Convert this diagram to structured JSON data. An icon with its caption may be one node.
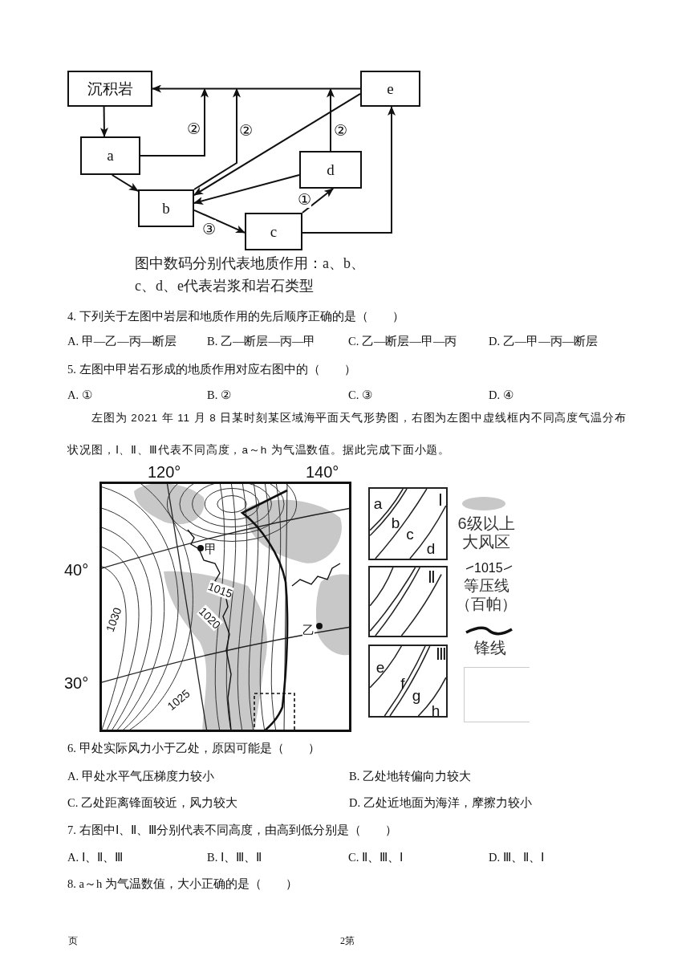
{
  "diagram": {
    "nodes": [
      {
        "text": [
          "沉积岩"
        ]
      },
      {
        "text": [
          "e"
        ]
      },
      {
        "text": [
          "a"
        ]
      },
      {
        "text": [
          "b"
        ]
      },
      {
        "text": [
          "d"
        ]
      },
      {
        "text": [
          "c"
        ]
      },
      {
        "text": [
          "a",
          "b",
          "c",
          "d",
          "Ⅰ"
        ]
      },
      {
        "text": [
          "Ⅱ"
        ]
      },
      {
        "text": [
          "e",
          "f",
          "g",
          "h",
          "Ⅲ"
        ]
      },
      {
        "text": [],
        "shape": "box"
      }
    ],
    "edges": [
      {
        "from": 1,
        "to": 0,
        "arrow": "to"
      },
      {
        "from": 0,
        "to": 2,
        "arrow": "to"
      },
      {
        "from": 2,
        "to": 0,
        "arrow": "to",
        "label": "②"
      },
      {
        "from": 3,
        "to": 0,
        "arrow": "to",
        "label": "②"
      },
      {
        "from": 4,
        "to": 0,
        "arrow": "to",
        "label": "②"
      },
      {
        "from": 2,
        "to": 3,
        "arrow": "to"
      },
      {
        "from": 1,
        "to": 3,
        "arrow": "to"
      },
      {
        "from": 4,
        "to": 3,
        "arrow": "to"
      },
      {
        "from": 3,
        "to": 5,
        "arrow": "to",
        "label": "③"
      },
      {
        "from": 5,
        "to": 4,
        "arrow": "to",
        "label": "①"
      },
      {
        "from": 5,
        "to": 1,
        "arrow": "to"
      }
    ],
    "labels": [
      "图中数码分别代表地质作用：a、b、c、d、e代表岩浆和岩石类型",
      "4. 下列关于左图中岩层和地质作用的先后顺序正确的是（　　）",
      "A. 甲—乙—丙—断层",
      "B. 乙—断层—丙—甲",
      "C. 乙—断层—甲—丙",
      "D. 乙—甲—丙—断层",
      "5. 左图中甲岩石形成的地质作用对应右图中的（　　）",
      "A. ①",
      "B. ②",
      "C. ③",
      "D. ④",
      "左图为 2021 年 11 月 8 日某时刻某区域海平面天气形势图，右图为左图中虚线框内不同高度气温分布状况图，Ⅰ、Ⅱ、Ⅲ代表不同高度，a～h 为气温数值。据此完成下面小题。",
      "120°",
      "140°",
      "40°",
      "甲",
      "1015",
      "1030",
      "1020",
      "乙",
      "30°",
      "1025",
      "1015",
      "6. 甲处实际风力小于乙处，原因可能是（　　）",
      "A. 甲处水平气压梯度力较小",
      "B. 乙处地转偏向力较大",
      "C. 乙处距离锋面较近，风力较大",
      "D. 乙处近地面为海洋，摩擦力较小",
      "7. 右图中Ⅰ、Ⅱ、Ⅲ分别代表不同高度，由高到低分别是（　　）",
      "A. Ⅰ、Ⅱ、Ⅲ",
      "B. Ⅰ、Ⅲ、Ⅱ",
      "C. Ⅱ、Ⅲ、Ⅰ",
      "D. Ⅲ、Ⅱ、Ⅰ",
      "8. a～h 为气温数值，大小正确的是（　　）",
      "页",
      "2第"
    ],
    "legend": [
      {
        "text": "6级以上大风区",
        "color": "#c8c8c8"
      },
      {
        "text": "等压线（百帕）"
      },
      {
        "text": "锋线"
      }
    ]
  }
}
